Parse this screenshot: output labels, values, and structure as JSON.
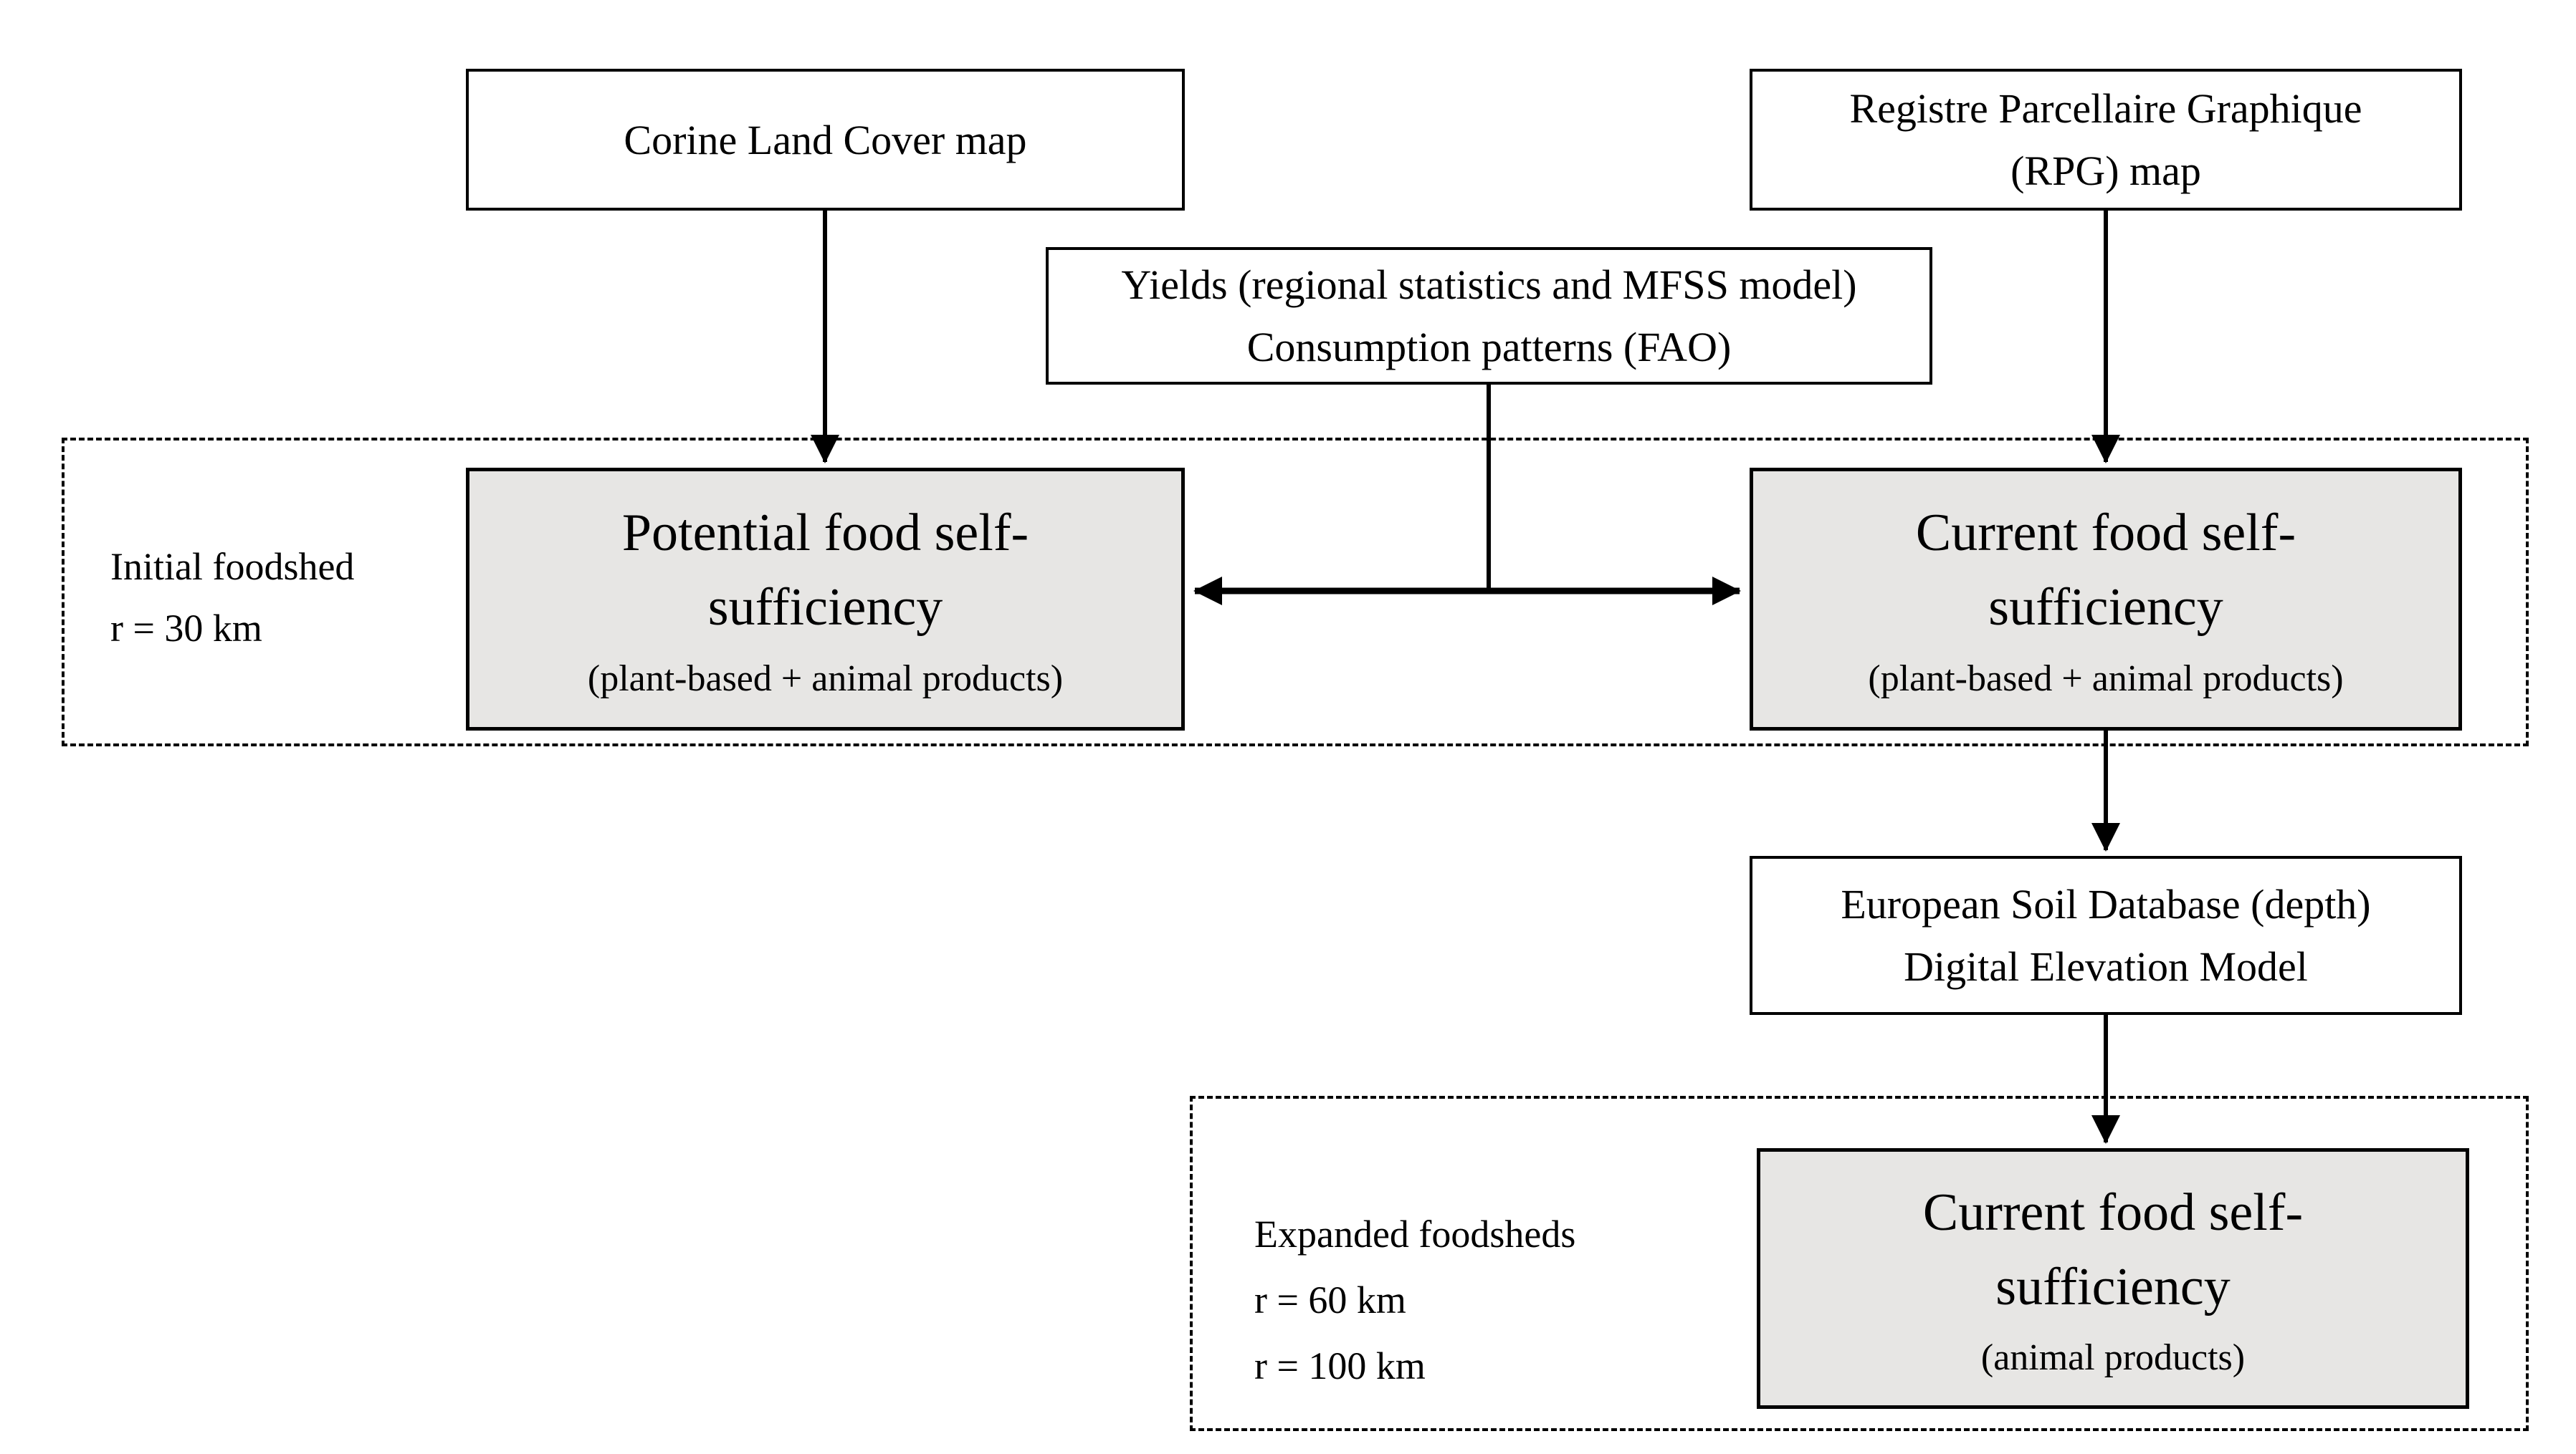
{
  "colors": {
    "background": "#ffffff",
    "line": "#000000",
    "gray_box_fill": "#e7e6e4"
  },
  "nodes": {
    "corine": {
      "lines": [
        "Corine Land Cover map"
      ]
    },
    "rpg": {
      "lines": [
        "Registre Parcellaire Graphique",
        "(RPG) map"
      ]
    },
    "yields": {
      "lines": [
        "Yields (regional statistics and MFSS model)",
        "Consumption patterns (FAO)"
      ]
    },
    "potential": {
      "title_lines": [
        "Potential food self-",
        "sufficiency"
      ],
      "caption": "(plant-based + animal products)"
    },
    "current": {
      "title_lines": [
        "Current food self-",
        "sufficiency"
      ],
      "caption": "(plant-based + animal products)"
    },
    "soil": {
      "lines": [
        "European Soil Database (depth)",
        "Digital Elevation Model"
      ]
    },
    "current_animal": {
      "title_lines": [
        "Current food self-",
        "sufficiency"
      ],
      "caption": "(animal products)"
    }
  },
  "labels": {
    "initial_foodshed": {
      "lines": [
        "Initial foodshed",
        "r = 30 km"
      ]
    },
    "expanded_foodsheds": {
      "lines": [
        "Expanded foodsheds",
        "r = 60 km",
        "r = 100 km"
      ]
    }
  }
}
